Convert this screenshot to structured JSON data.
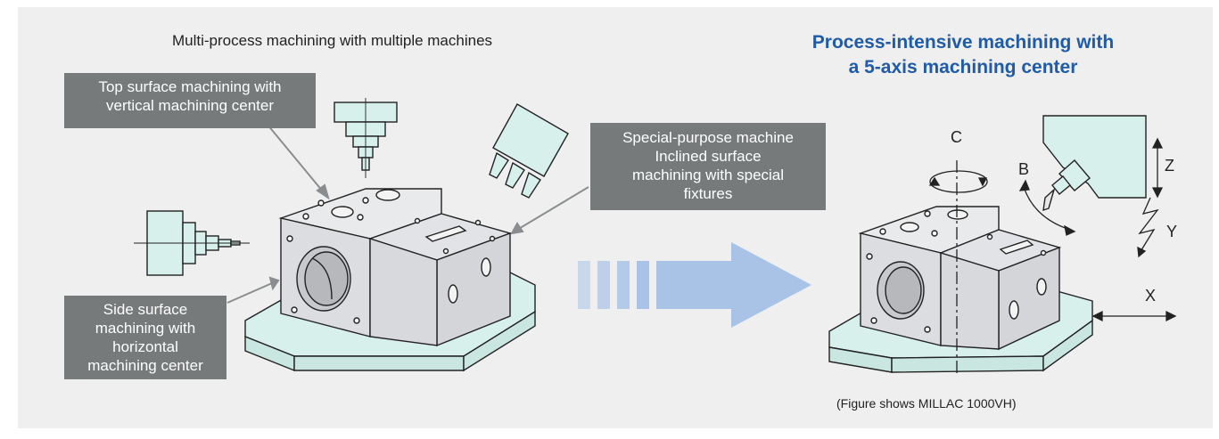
{
  "left_heading": "Multi-process machining with multiple machines",
  "right_heading": [
    "Process-intensive machining with",
    "a 5-axis machining center"
  ],
  "callouts": {
    "top": [
      "Top surface machining with",
      "vertical machining center"
    ],
    "special": [
      "Special-purpose machine",
      "Inclined surface",
      "machining with special",
      "fixtures"
    ],
    "side": [
      "Side surface",
      "machining with",
      "horizontal",
      "machining center"
    ]
  },
  "axes": {
    "c": "C",
    "b": "B",
    "z": "Z",
    "y": "Y",
    "x": "X"
  },
  "caption": "(Figure shows MILLAC 1000VH)",
  "colors": {
    "panel": "#efefef",
    "callout_bg": "#767a7b",
    "heading_blue": "#1f5ba8",
    "fixture": "#d8f0ec",
    "arrow": "#a9c3e7",
    "stroke": "#222222"
  }
}
